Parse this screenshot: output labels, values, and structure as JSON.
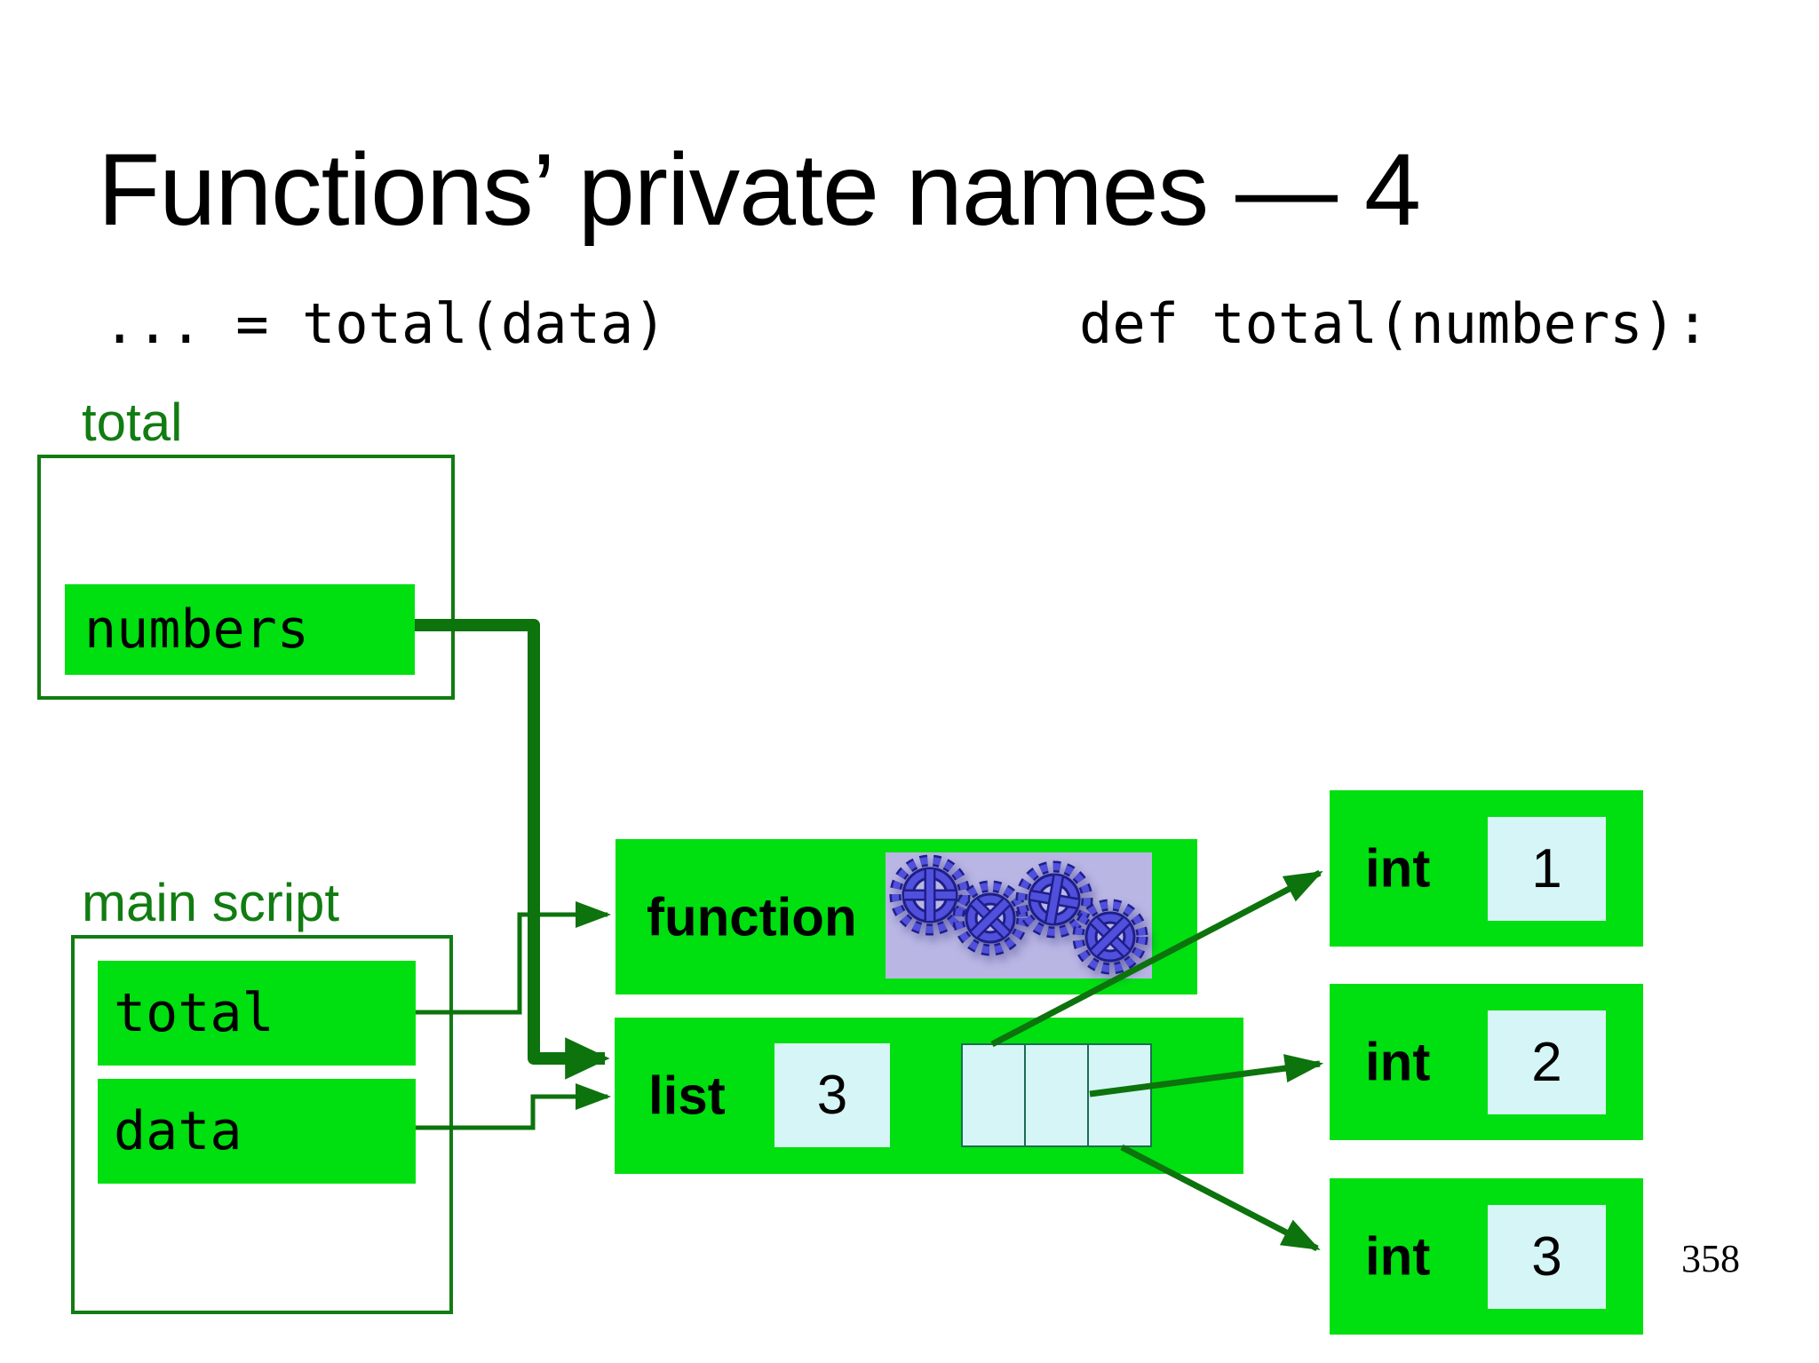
{
  "slide": {
    "title": "Functions’ private names — 4",
    "code_left": "... = total(data)",
    "code_right": "def total(numbers):",
    "page_number": "358"
  },
  "frames": {
    "total": {
      "label": "total",
      "variables": [
        {
          "name": "numbers"
        }
      ]
    },
    "main_script": {
      "label": "main script",
      "variables": [
        {
          "name": "total"
        },
        {
          "name": "data"
        }
      ]
    }
  },
  "objects": {
    "function": {
      "label": "function",
      "icon": "gears-icon"
    },
    "list": {
      "label": "list",
      "length": "3",
      "cell_count": 3
    },
    "ints": [
      {
        "label": "int",
        "value": "1"
      },
      {
        "label": "int",
        "value": "2"
      },
      {
        "label": "int",
        "value": "3"
      }
    ]
  },
  "colors": {
    "box_green": "#00df10",
    "line_green": "#0d730d",
    "frame_green": "#117c11",
    "cell_cyan": "#d6f5f6",
    "lavender": "#b9b6e4",
    "gear_blue": "#5050dc",
    "gear_dark": "#1e1e8a",
    "cell_border": "#1c6e52"
  }
}
